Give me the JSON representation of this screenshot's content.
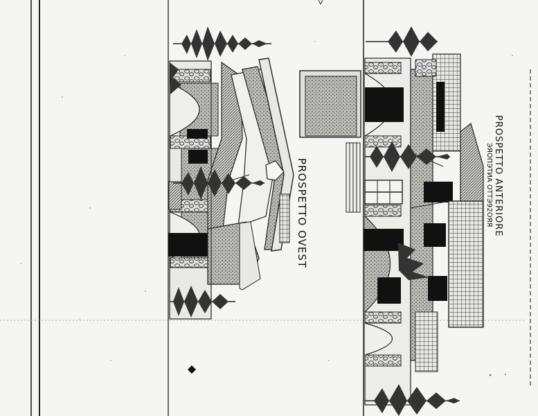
{
  "sheet": {
    "background_color": "#f5f5f3",
    "ink_color": "#111111",
    "orientation": "rotated 90 degrees clockwise"
  },
  "views": {
    "west": {
      "label": "PROSPETTO OVEST"
    },
    "front": {
      "label": "PROSPETTO ANTERIORE",
      "sub_label": "ЭЯОПЭТИA ОТТЭ92ОЯЯ"
    }
  },
  "symbols": {
    "trees": "tree-icon",
    "marker": "diamond-marker-icon"
  }
}
